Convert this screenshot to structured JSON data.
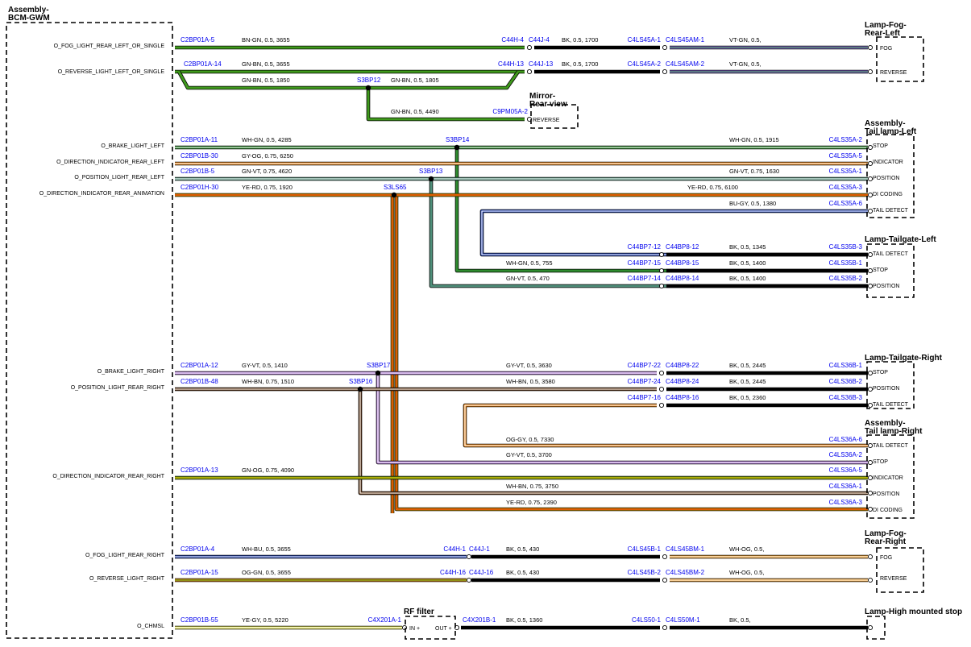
{
  "assemblies": {
    "bcm": {
      "title_line1": "Assembly-",
      "title_line2": "BCM-GWM"
    },
    "fog_left": {
      "title_line1": "Lamp-Fog-",
      "title_line2": "Rear-Left",
      "pins": [
        "FOG",
        "REVERSE"
      ]
    },
    "mirror": {
      "title_line1": "Mirror-",
      "title_line2": "Rear view",
      "pins": [
        "REVERSE"
      ]
    },
    "tail_left": {
      "title_line1": "Assembly-",
      "title_line2": "Tail lamp-Left",
      "pins": [
        "STOP",
        "INDICATOR",
        "POSITION",
        "DI CODING",
        "TAIL DETECT"
      ]
    },
    "tailgate_left": {
      "title_line1": "Lamp-Tailgate-Left",
      "pins": [
        "TAIL DETECT",
        "STOP",
        "POSITION"
      ]
    },
    "tailgate_right": {
      "title_line1": "Lamp-Tailgate-Right",
      "pins": [
        "STOP",
        "POSITION",
        "TAIL DETECT"
      ]
    },
    "tail_right": {
      "title_line1": "Assembly-",
      "title_line2": "Tail lamp-Right",
      "pins": [
        "TAIL DETECT",
        "STOP",
        "INDICATOR",
        "POSITION",
        "DI CODING"
      ]
    },
    "fog_right": {
      "title_line1": "Lamp-Fog-",
      "title_line2": "Rear-Right",
      "pins": [
        "FOG",
        "REVERSE"
      ]
    },
    "rf_filter": {
      "title_line1": "RF filter",
      "pins": [
        "IN +",
        "OUT +"
      ]
    },
    "chmsl": {
      "title_line1": "Lamp-High mounted stop"
    }
  },
  "signals": [
    "O_FOG_LIGHT_REAR_LEFT_OR_SINGLE",
    "O_REVERSE_LIGHT_LEFT_OR_SINGLE",
    "O_BRAKE_LIGHT_LEFT",
    "O_DIRECTION_INDICATOR_REAR_LEFT",
    "O_POSITION_LIGHT_REAR_LEFT",
    "O_DIRECTION_INDICATOR_REAR_ANIMATION",
    "O_BRAKE_LIGHT_RIGHT",
    "O_POSITION_LIGHT_REAR_RIGHT",
    "O_DIRECTION_INDICATOR_REAR_RIGHT",
    "O_FOG_LIGHT_REAR_RIGHT",
    "O_REVERSE_LIGHT_RIGHT",
    "O_CHMSL"
  ],
  "splices": [
    "S3BP12",
    "S3BP14",
    "S3BP13",
    "S3LS65",
    "S3BP17",
    "S3BP16"
  ],
  "pin_labels": [
    "C2BP01A-5",
    "C44H-4",
    "C44J-4",
    "C4LS45A-1",
    "C4LS45AM-1",
    "C2BP01A-14",
    "C44H-13",
    "C44J-13",
    "C4LS45A-2",
    "C4LS45AM-2",
    "C9PM05A-2",
    "C2BP01A-11",
    "C4LS35A-2",
    "C2BP01B-30",
    "C4LS35A-5",
    "C2BP01B-5",
    "C4LS35A-1",
    "C2BP01H-30",
    "C4LS35A-3",
    "C4LS35A-6",
    "C44BP7-12",
    "C44BP8-12",
    "C4LS35B-3",
    "C44BP7-15",
    "C44BP8-15",
    "C4LS35B-1",
    "C44BP7-14",
    "C44BP8-14",
    "C4LS35B-2",
    "C2BP01A-12",
    "C44BP7-22",
    "C44BP8-22",
    "C4LS36B-1",
    "C2BP01B-48",
    "C44BP7-24",
    "C44BP8-24",
    "C4LS36B-2",
    "C44BP7-16",
    "C44BP8-16",
    "C4LS36B-3",
    "C4LS36A-6",
    "C4LS36A-2",
    "C2BP01A-13",
    "C4LS36A-5",
    "C4LS36A-1",
    "C4LS36A-3",
    "C2BP01A-4",
    "C44H-1",
    "C44J-1",
    "C4LS45B-1",
    "C4LS45BM-1",
    "C2BP01A-15",
    "C44H-16",
    "C44J-16",
    "C4LS45B-2",
    "C4LS45BM-2",
    "C2BP01B-55",
    "C4X201A-1",
    "C4X201B-1",
    "C4LS50-1",
    "C4LS50M-1"
  ],
  "wire_specs": [
    "BN-GN,  0.5,  3655",
    "BK,  0.5,  1700",
    "VT-GN,  0.5,",
    "GN-BN,  0.5,  3655",
    "BK,  0.5,  1700",
    "VT-GN,  0.5,",
    "GN-BN,  0.5,  1850",
    "GN-BN,  0.5,  1805",
    "GN-BN,  0.5,  4490",
    "WH-GN,  0.5,  4285",
    "WH-GN,  0.5,  1915",
    "GY-OG,  0.75,  6250",
    "GN-VT,  0.75,  4620",
    "GN-VT,  0.75,  1630",
    "YE-RD,  0.75,  1920",
    "YE-RD,  0.75,  6100",
    "BU-GY,  0.5,  1380",
    "BK,  0.5,  1345",
    "WH-GN,  0.5,  755",
    "BK,  0.5,  1400",
    "GN-VT,  0.5,  470",
    "BK,  0.5,  1400",
    "GY-VT,  0.5,  1410",
    "GY-VT,  0.5,  3630",
    "BK,  0.5,  2445",
    "WH-BN,  0.75,  1510",
    "WH-BN,  0.5,  3580",
    "BK,  0.5,  2445",
    "BK,  0.5,  2360",
    "OG-GY,  0.5,  7330",
    "GY-VT,  0.5,  3700",
    "GN-OG,  0.75,  4090",
    "WH-BN,  0.75,  3750",
    "YE-RD,  0.75,  2390",
    "WH-BU,  0.5,  3655",
    "BK,  0.5,  430",
    "WH-OG,  0.5,",
    "OG-GN,  0.5,  3655",
    "BK,  0.5,  430",
    "WH-OG,  0.5,",
    "YE-GY,  0.5,  5220",
    "BK,  0.5,  1360",
    "BK,  0.5,"
  ],
  "colors": {
    "pin_text": "#0000ee",
    "gn_bn": "#3f9a1c",
    "bk": "#000000",
    "vt_gn": "#8a6ad8",
    "wh_gn": "#2e8b2e",
    "gy_og": "#ef8a1c",
    "gn_vt": "#4f8f7a",
    "ye_rd": "#e8a300",
    "ye_rd_stripe": "#d21a0a",
    "bu_gy": "#1f3fb0",
    "gy_vt": "#b07ad8",
    "wh_bn": "#6a3d1a",
    "og_gy": "#ef8a1c",
    "gn_og": "#6f9a10",
    "wh_bu": "#1f3fb0",
    "og_gn": "#e68a10",
    "wh_og": "#f0a030",
    "ye_gy": "#e8e85a"
  }
}
